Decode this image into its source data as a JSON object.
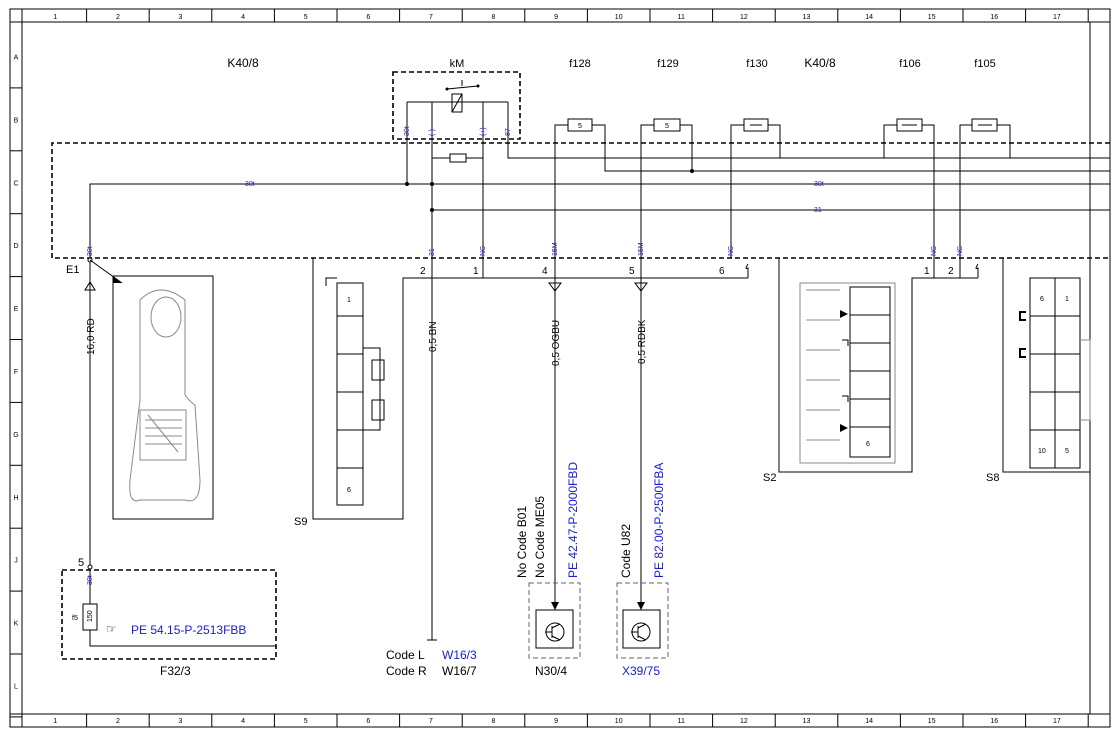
{
  "grid": {
    "cols": [
      "1",
      "2",
      "3",
      "4",
      "5",
      "6",
      "7",
      "8",
      "9",
      "10",
      "11",
      "12",
      "13",
      "14",
      "15",
      "16",
      "17"
    ],
    "rows": [
      "A",
      "B",
      "C",
      "D",
      "E",
      "F",
      "G",
      "H",
      "J",
      "K",
      "L"
    ]
  },
  "top_labels": {
    "k40_left": "K40/8",
    "km": "kM",
    "f128": "f128",
    "f129": "f129",
    "f130": "f130",
    "k40_right": "K40/8",
    "f106": "f106",
    "f105": "f105"
  },
  "fuse_values": {
    "f128": "5",
    "f129": "5"
  },
  "relay_pins": [
    "30t",
    "(-)",
    "(+)",
    "87"
  ],
  "bus_labels": {
    "b30t_left": "30t",
    "b30t_right": "30t",
    "b31": "31"
  },
  "pin_labels": {
    "e1": "30t",
    "p31": "31",
    "nc1": "NC",
    "p15m_a": "15M",
    "p15m_b": "15M",
    "nc2": "NC",
    "nc3": "NC",
    "nc4": "NC"
  },
  "connector_numbers": {
    "c2": "2",
    "c1": "1",
    "c4": "4",
    "c5": "5",
    "c6": "6",
    "s2_1": "1",
    "s2_2": "2"
  },
  "e1": {
    "label": "E1",
    "wire": "16,0 RD",
    "pin5": "5"
  },
  "s9": {
    "label": "S9",
    "pin1": "1",
    "pin6": "6"
  },
  "wires": {
    "bn": "0,5 BN",
    "ogbu": "0,5 OGBU",
    "rdbk": "0,5 RDBK"
  },
  "f32": {
    "label": "F32/3",
    "pin": "30t",
    "fuse": "f5",
    "fuse_val": "150",
    "ref": "PE 54.15-P-2513FBB"
  },
  "ground": {
    "code_l": "Code L",
    "code_l_val": "W16/3",
    "code_r": "Code R",
    "code_r_val": "W16/7"
  },
  "n30": {
    "code1": "No Code B01",
    "code2": "No Code ME05",
    "ref": "PE 42.47-P-2000FBD",
    "label": "N30/4"
  },
  "x39": {
    "code": "Code U82",
    "ref": "PE 82.00-P-2500FBA",
    "label": "X39/75"
  },
  "s2": {
    "label": "S2",
    "num": "6"
  },
  "s8": {
    "label": "S8",
    "n6": "6",
    "n1": "1",
    "n10": "10",
    "n5": "5"
  },
  "colors": {
    "link_blue": "#1a1ad6",
    "ink": "#000000"
  }
}
